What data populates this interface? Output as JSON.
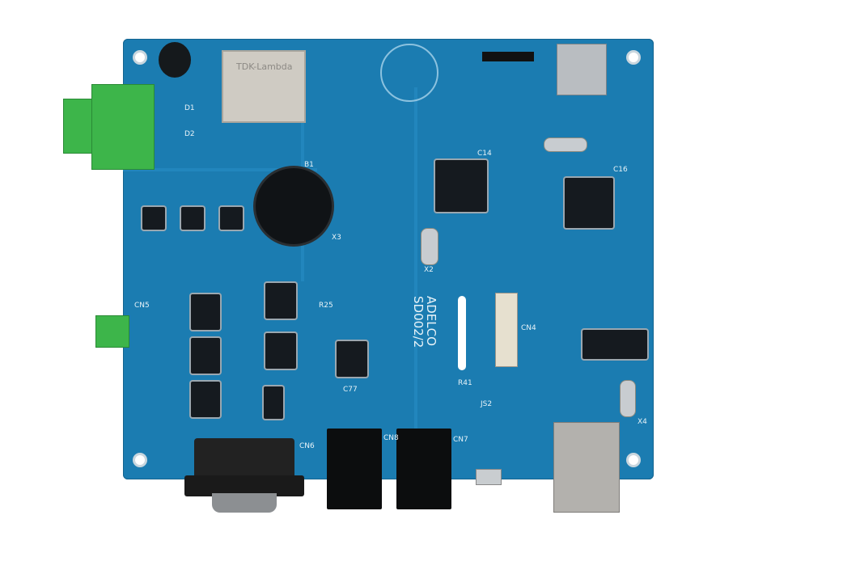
{
  "board": {
    "color": "#1b7cb1",
    "transformer_brand": "TDK-Lambda",
    "model_line1": "ADELCO",
    "model_line2": "SD002/2",
    "designators": [
      "D1",
      "D2",
      "B1",
      "X3",
      "CN4",
      "CN5",
      "CN6",
      "CN7",
      "CN8",
      "R25",
      "R41",
      "C77",
      "C14",
      "C16",
      "X4",
      "X2",
      "JS2"
    ]
  }
}
